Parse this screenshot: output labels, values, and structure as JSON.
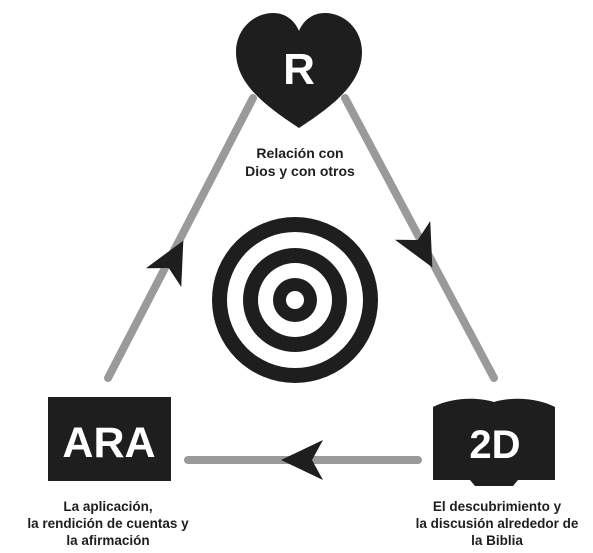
{
  "colors": {
    "ink": "#1e1e1e",
    "line": "#9a9a9a",
    "background": "#ffffff"
  },
  "nodes": {
    "top": {
      "icon": "heart-icon",
      "letter": "R",
      "caption": [
        "Relación con",
        "Dios y con otros"
      ]
    },
    "right": {
      "icon": "open-book-icon",
      "letter": "2D",
      "caption": [
        "El descubrimiento y",
        "la discusión alrededor de",
        "la Biblia"
      ]
    },
    "left": {
      "icon": "square-icon",
      "letter": "ARA",
      "caption": [
        "La aplicación,",
        "la rendición de cuentas y",
        "la afirmación"
      ]
    }
  },
  "center": {
    "icon": "target-icon"
  },
  "arrows": [
    {
      "from": "top",
      "to": "right",
      "icon": "arrowhead-icon"
    },
    {
      "from": "right",
      "to": "left",
      "icon": "arrowhead-icon"
    },
    {
      "from": "left",
      "to": "top",
      "icon": "arrowhead-icon"
    }
  ]
}
